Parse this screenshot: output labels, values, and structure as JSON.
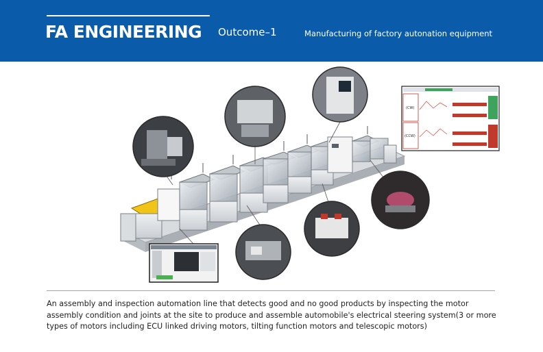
{
  "header": {
    "brand": "FA ENGINEERING",
    "subtitle": "Outcome–1",
    "tagline": "Manufacturing of factory autonation equipment",
    "background_color": "#0a5cab"
  },
  "monitor_panel": {
    "rows": [
      "(CW)",
      "(CCW)"
    ]
  },
  "description": "An assembly and inspection automation line that detects good and no good products by inspecting the motor assembly condition and joints at the site to produce and assemble automobile's electrical steering system(3 or more types of motors including ECU linked driving motors, tilting function motors and telescopic motors)"
}
